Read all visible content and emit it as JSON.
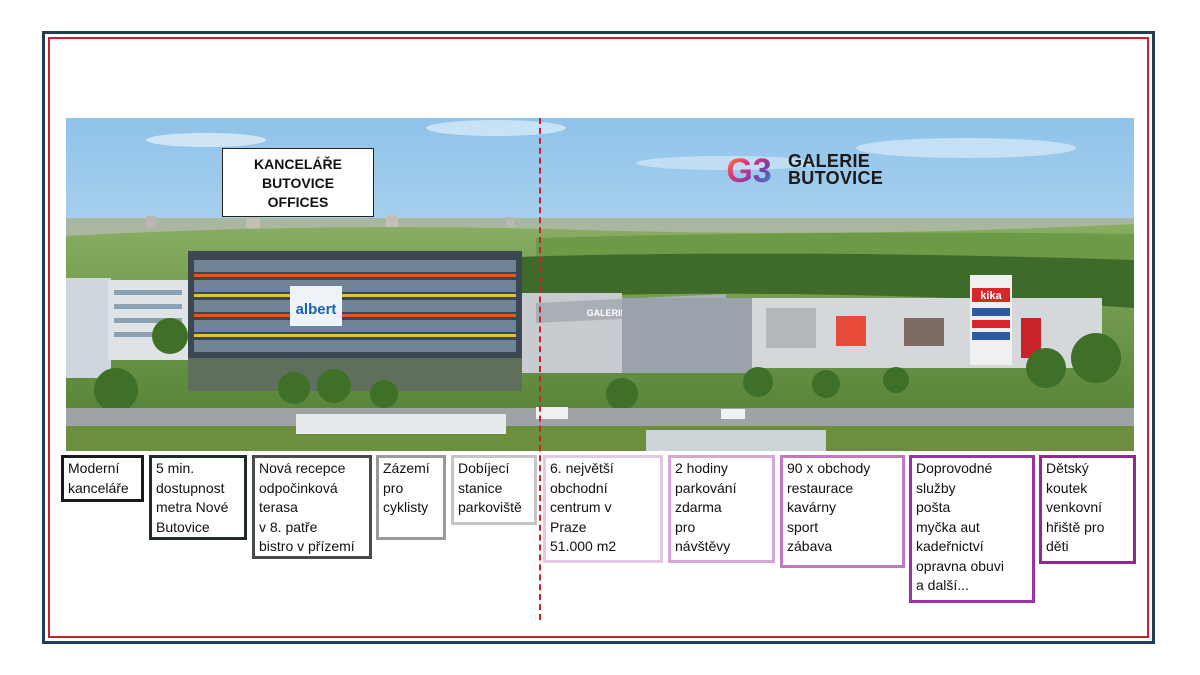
{
  "offices": {
    "label_lines": [
      "KANCELÁŘE",
      "BUTOVICE",
      "OFFICES"
    ],
    "sign_text": "albert"
  },
  "mall": {
    "logo_mark": "G3",
    "logo_lines": [
      "GALERIE",
      "BUTOVICE"
    ],
    "facade_text": "GALERIE BUTOVICE",
    "sign_text": "kika"
  },
  "features": [
    {
      "lines": [
        "Moderní",
        "kanceláře"
      ],
      "color": "#1a1a1a"
    },
    {
      "lines": [
        "5 min.",
        "dostupnost",
        "metra  Nové",
        "Butovice"
      ],
      "color": "#1f2a2a"
    },
    {
      "lines": [
        "Nová recepce",
        "odpočinková",
        "terasa",
        "v 8. patře",
        "bistro v přízemí"
      ],
      "color": "#4a4a4a"
    },
    {
      "lines": [
        "Zázemí",
        "pro",
        "cyklisty"
      ],
      "color": "#9a9a9a"
    },
    {
      "lines": [
        "Dobíjecí",
        "stanice",
        "parkoviště"
      ],
      "color": "#c4c4c4"
    },
    {
      "lines": [
        "6. největší",
        "obchodní",
        "centrum v",
        "Praze",
        "51.000 m2"
      ],
      "color": "#e2c8e2"
    },
    {
      "lines": [
        "2 hodiny",
        "parkování",
        "zdarma",
        "pro",
        "návštěvy"
      ],
      "color": "#d6a6d6"
    },
    {
      "lines": [
        "90 x obchody",
        "restaurace",
        "kavárny",
        "sport",
        "zábava"
      ],
      "color": "#c07ac4"
    },
    {
      "lines": [
        "Doprovodné",
        "služby",
        "pošta",
        "myčka aut",
        "kadeřnictví",
        "opravna obuvi",
        "a další..."
      ],
      "color": "#9c33a4"
    },
    {
      "lines": [
        "Dětský",
        "koutek",
        "venkovní",
        "hřiště pro",
        "děti"
      ],
      "color": "#96268f"
    }
  ]
}
